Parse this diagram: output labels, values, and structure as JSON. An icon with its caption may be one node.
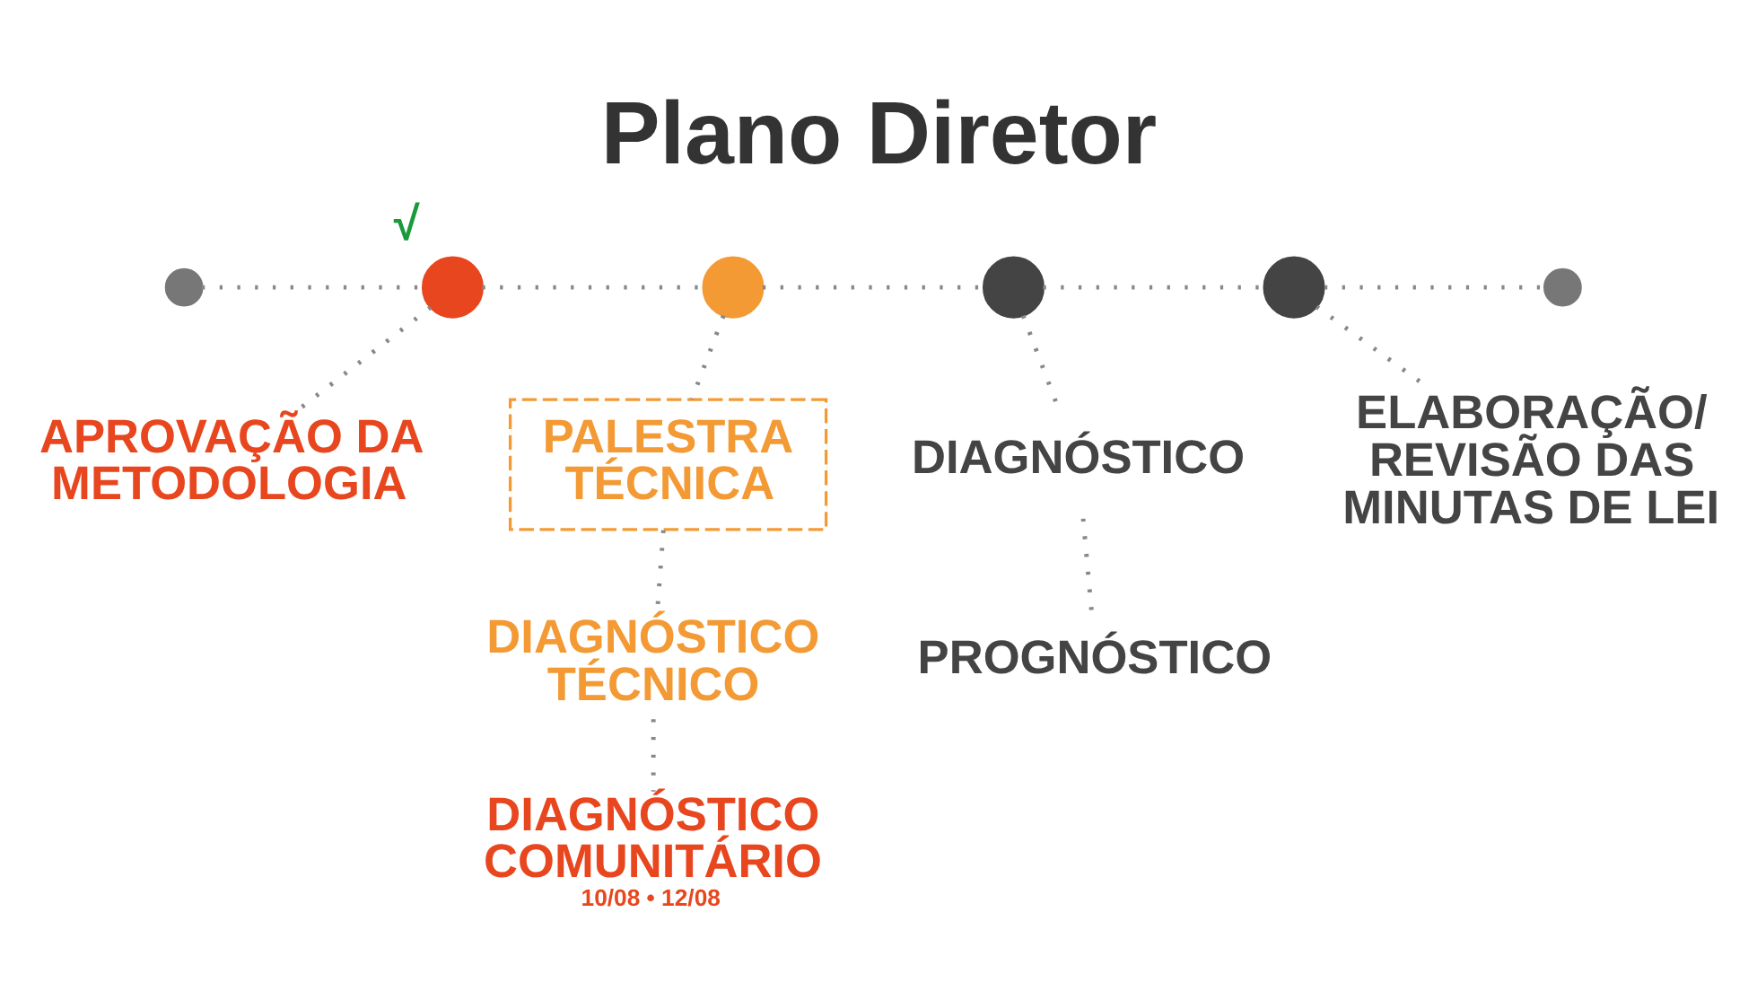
{
  "diagram": {
    "title": "Plano Diretor",
    "nodes": [
      {
        "text": [],
        "shape": "circle"
      },
      {
        "text": [],
        "shape": "circle",
        "beside": [
          "√"
        ]
      },
      {
        "text": [],
        "shape": "circle"
      },
      {
        "text": [],
        "shape": "circle"
      },
      {
        "text": [],
        "shape": "circle"
      },
      {
        "text": [],
        "shape": "circle"
      },
      {
        "text": [
          "APROVAÇÃO DA METODOLOGIA"
        ]
      },
      {
        "text": [
          "PALESTRA TÉCNICA"
        ]
      },
      {
        "text": [
          "DIAGNÓSTICO"
        ]
      },
      {
        "text": [
          "ELABORAÇÃO/ REVISÃO DAS MINUTAS DE LEI"
        ]
      },
      {
        "text": [
          "PROGNÓSTICO"
        ]
      },
      {
        "text": [
          "DIAGNÓSTICO TÉCNICO"
        ]
      },
      {
        "text": [
          "DIAGNÓSTICO COMUNITÁRIO"
        ],
        "beside": [
          "10/08 • 12/08"
        ]
      }
    ],
    "edges": [
      {
        "from": 0,
        "to": 1,
        "arrow": "none"
      },
      {
        "from": 1,
        "to": 2,
        "arrow": "none"
      },
      {
        "from": 2,
        "to": 3,
        "arrow": "none"
      },
      {
        "from": 3,
        "to": 4,
        "arrow": "none"
      },
      {
        "from": 4,
        "to": 5,
        "arrow": "none"
      },
      {
        "from": 1,
        "to": 6,
        "arrow": "none"
      },
      {
        "from": 2,
        "to": 7,
        "arrow": "none"
      },
      {
        "from": 7,
        "to": 11,
        "arrow": "none"
      },
      {
        "from": 11,
        "to": 12,
        "arrow": "none"
      },
      {
        "from": 3,
        "to": 8,
        "arrow": "none"
      },
      {
        "from": 8,
        "to": 10,
        "arrow": "none"
      },
      {
        "from": 4,
        "to": 9,
        "arrow": "none"
      }
    ]
  }
}
